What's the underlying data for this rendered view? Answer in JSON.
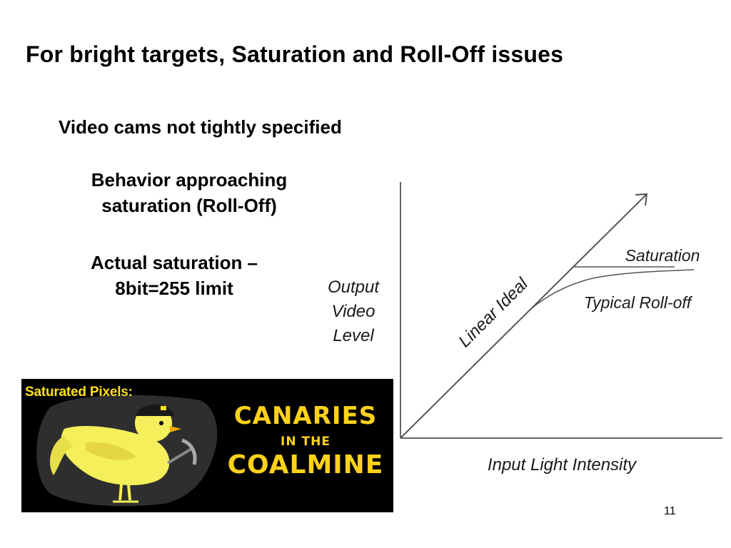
{
  "slide": {
    "title": "For bright targets, Saturation and Roll-Off issues",
    "bullets": {
      "video_cams": "Video cams not tightly specified",
      "behavior": [
        "Behavior approaching",
        "saturation (Roll-Off)"
      ],
      "actual": [
        "Actual saturation –",
        "8bit=255 limit"
      ]
    },
    "page_number": "11"
  },
  "photo": {
    "caption": "Saturated Pixels:",
    "art_lines": [
      "CANARIES",
      "IN THE",
      "COALMINE"
    ],
    "colors": {
      "background": "#000000",
      "yellow": "#ffd21a"
    }
  },
  "diagram": {
    "y_label": [
      "Output",
      "Video",
      "Level"
    ],
    "x_label": "Input Light Intensity",
    "curve_labels": {
      "linear": "Linear Ideal",
      "saturation": "Saturation",
      "rolloff": "Typical Roll-off"
    }
  }
}
